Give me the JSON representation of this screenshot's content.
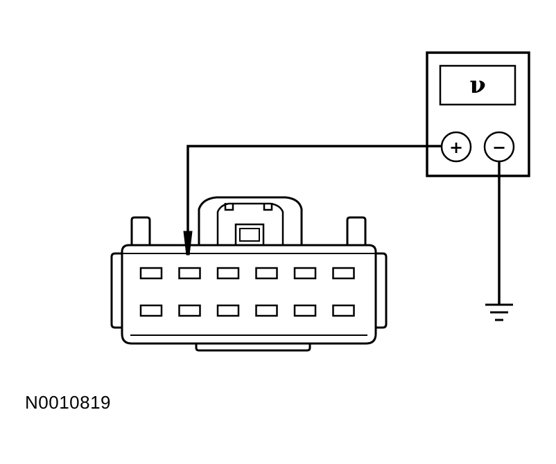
{
  "meter": {
    "display_symbol": "ν",
    "positive_label": "+",
    "negative_label": "−"
  },
  "connector": {
    "rows": 2,
    "pins_per_row": 6
  },
  "figure_id": "N0010819"
}
